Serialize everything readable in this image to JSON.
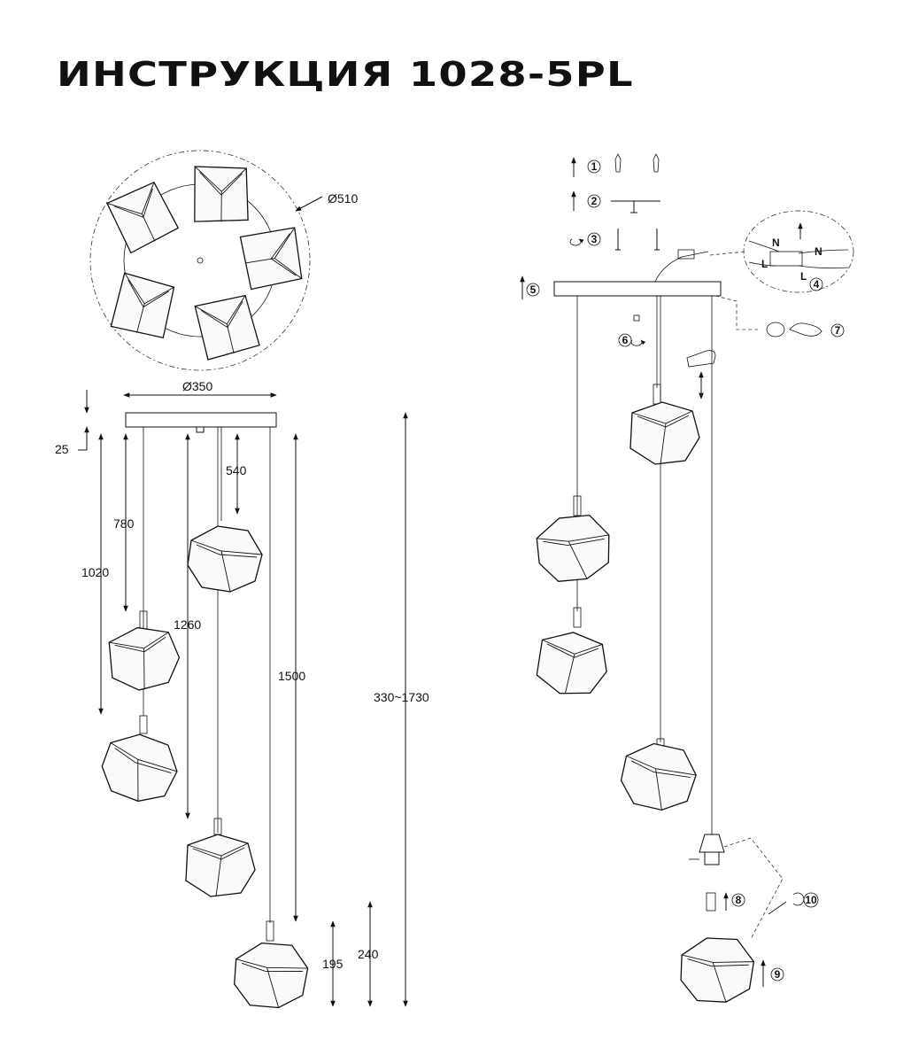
{
  "title": "ИНСТРУКЦИЯ 1028-5PL",
  "top_view": {
    "diameter_label": "Ø510"
  },
  "dimensions": {
    "canopy_diameter": "Ø350",
    "canopy_height": "25",
    "drop_540": "540",
    "drop_780": "780",
    "drop_1020": "1020",
    "drop_1260": "1260",
    "drop_1500": "1500",
    "overall_height": "330~1730",
    "shade_195": "195",
    "shade_240": "240"
  },
  "steps": [
    "1",
    "2",
    "3",
    "4",
    "5",
    "6",
    "7",
    "8",
    "9",
    "10"
  ],
  "wiring": {
    "neutral": "N",
    "live": "L"
  },
  "colors": {
    "ink": "#111111",
    "paper": "#ffffff"
  }
}
